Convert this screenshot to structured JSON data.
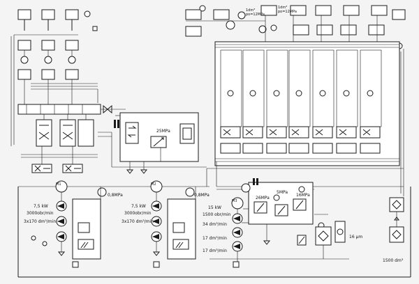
{
  "diagram": {
    "labels": {
      "pump1_power": "7,5 kW",
      "pump1_speed": "3000obr/min",
      "pump1_flow": "3x170 dm³/min",
      "pump1_pressure": "0,8MPa",
      "pump2_power": "7,5 kW",
      "pump2_speed": "3000obr/min",
      "pump2_flow": "3x170 dm³/min",
      "pump2_pressure": "0,8MPa",
      "pump3_power": "15 kW",
      "pump3_speed": "1500 obr/min",
      "pump3_flow1": "34 dm³/min",
      "pump3_flow2": "17 dm³/min",
      "pump3_flow3": "17 dm³/min",
      "relief1": "26MPa",
      "relief2": "5MPa",
      "relief3": "16MPa",
      "valve_pressure": "25MPa",
      "acc1_volume": "1dm³",
      "acc1_pressure": "po=12MPa",
      "acc2_volume": "1dm³",
      "acc2_pressure": "po=12MPa",
      "filter": "16 μm",
      "tank": "1500 dm³",
      "m1": "M1",
      "m2": "M2",
      "m3": "M3"
    }
  }
}
